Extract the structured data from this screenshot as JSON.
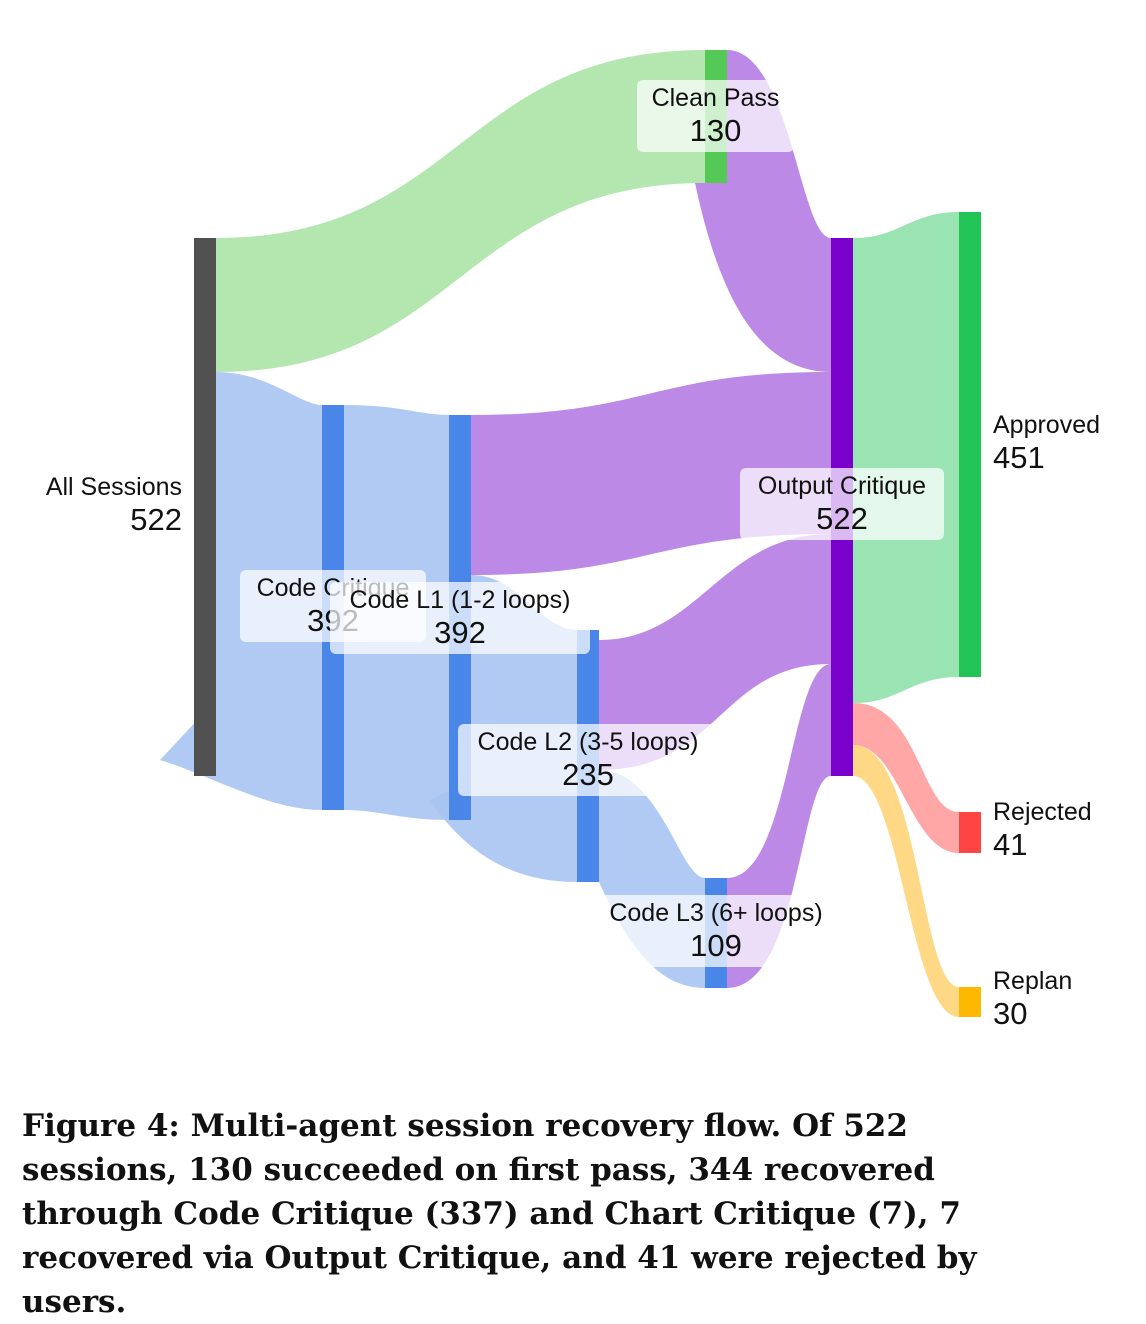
{
  "diagram": {
    "type": "sankey",
    "nodes": [
      {
        "id": "all",
        "name": "All Sessions",
        "value": "522",
        "color": "#505050"
      },
      {
        "id": "clean",
        "name": "Clean Pass",
        "value": "130",
        "color": "#55c955"
      },
      {
        "id": "code",
        "name": "Code Critique",
        "value": "392",
        "color": "#4a86e8"
      },
      {
        "id": "l1",
        "name": "Code L1 (1-2 loops)",
        "value": "392",
        "color": "#4a86e8"
      },
      {
        "id": "l2",
        "name": "Code L2 (3-5 loops)",
        "value": "235",
        "color": "#4a86e8"
      },
      {
        "id": "l3",
        "name": "Code L3 (6+ loops)",
        "value": "109",
        "color": "#4a86e8"
      },
      {
        "id": "output",
        "name": "Output Critique",
        "value": "522",
        "color": "#7a00cc"
      },
      {
        "id": "approved",
        "name": "Approved",
        "value": "451",
        "color": "#22c455"
      },
      {
        "id": "rejected",
        "name": "Rejected",
        "value": "41",
        "color": "#ff4444"
      },
      {
        "id": "replan",
        "name": "Replan",
        "value": "30",
        "color": "#ffb800"
      }
    ],
    "link_colors": {
      "clean": "#a6e3a1",
      "code": "#a7c4f2",
      "output": "#b57ce3",
      "approved": "#8fe0ab",
      "rejected": "#ff9c9c",
      "replan": "#ffd479"
    }
  },
  "caption": "Figure 4: Multi-agent session recovery flow. Of 522 sessions, 130 succeeded on first pass, 344 recovered through Code Critique (337) and Chart Critique (7), 7 recovered via Output Critique, and 41 were rejected by users."
}
